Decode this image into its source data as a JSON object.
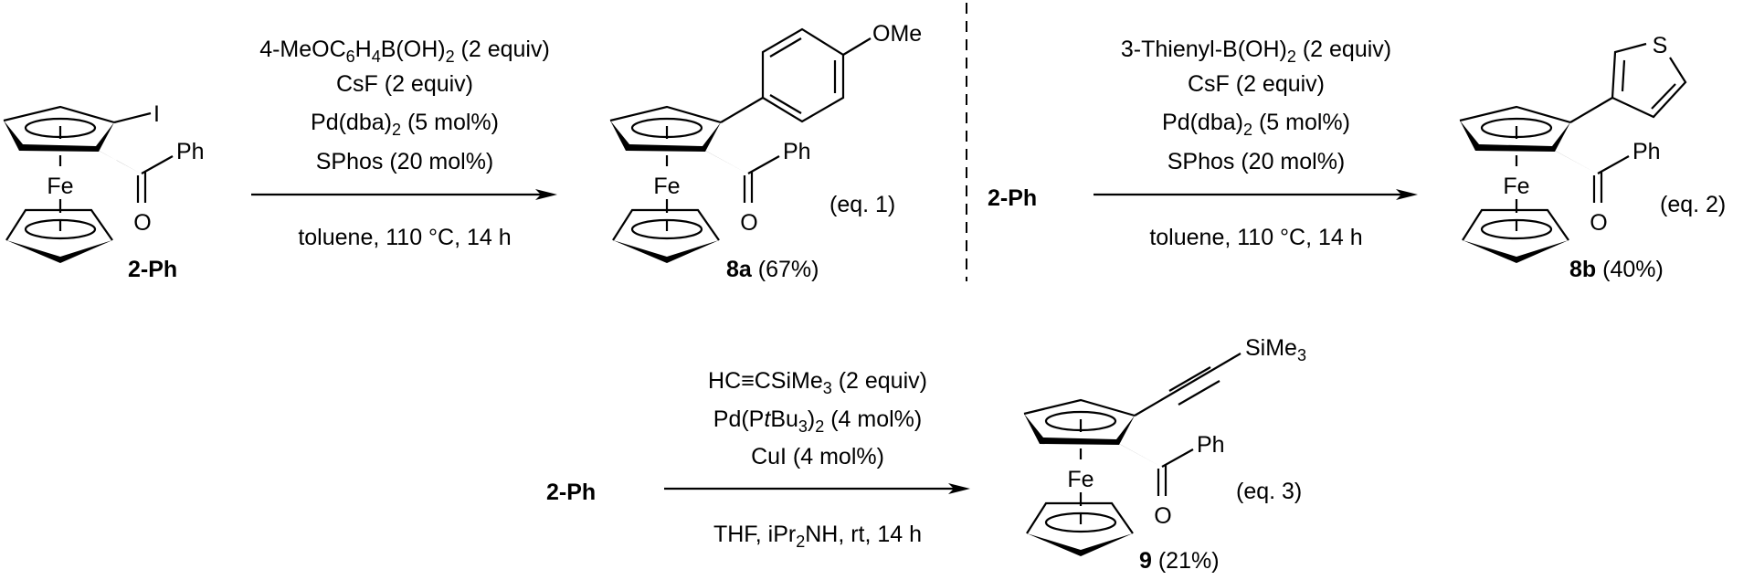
{
  "atoms": {
    "Fe": "Fe",
    "O": "O",
    "Ph": "Ph",
    "I": "I",
    "OMe": "OMe",
    "S": "S",
    "SiMe3": [
      "SiMe",
      {
        "sub": "3"
      }
    ]
  },
  "eq1": {
    "label": "(eq. 1)",
    "starting_material": "2-Ph",
    "reagents": [
      [
        "4-MeOC",
        {
          "sub": "6"
        },
        "H",
        {
          "sub": "4"
        },
        "B(OH)",
        {
          "sub": "2"
        },
        " (2 equiv)"
      ],
      [
        "CsF (2 equiv)"
      ],
      [
        "Pd(dba)",
        {
          "sub": "2"
        },
        " (5 mol%)"
      ],
      [
        "SPhos (20 mol%)"
      ]
    ],
    "conditions": [
      "toluene, 110 °C, 14 h"
    ],
    "product": {
      "id": "8a",
      "yield": " (67%)"
    }
  },
  "eq2": {
    "label": "(eq. 2)",
    "starting_material": "2-Ph",
    "reagents": [
      [
        "3-Thienyl-B(OH)",
        {
          "sub": "2"
        },
        " (2 equiv)"
      ],
      [
        "CsF (2 equiv)"
      ],
      [
        "Pd(dba)",
        {
          "sub": "2"
        },
        " (5 mol%)"
      ],
      [
        "SPhos (20 mol%)"
      ]
    ],
    "conditions": [
      "toluene, 110 °C, 14 h"
    ],
    "product": {
      "id": "8b",
      "yield": " (40%)"
    }
  },
  "eq3": {
    "label": "(eq. 3)",
    "starting_material": "2-Ph",
    "reagents": [
      [
        "HC≡CSiMe",
        {
          "sub": "3"
        },
        " (2 equiv)"
      ],
      [
        "Pd(P",
        {
          "i": "t"
        },
        "Bu",
        {
          "sub": "3"
        },
        ")",
        {
          "sub": "2"
        },
        " (4 mol%)"
      ],
      [
        "CuI (4 mol%)"
      ]
    ],
    "conditions": [
      "THF, iPr",
      {
        "sub": "2"
      },
      "NH, rt, 14 h"
    ],
    "product": {
      "id": "9",
      "yield": " (21%)"
    }
  }
}
